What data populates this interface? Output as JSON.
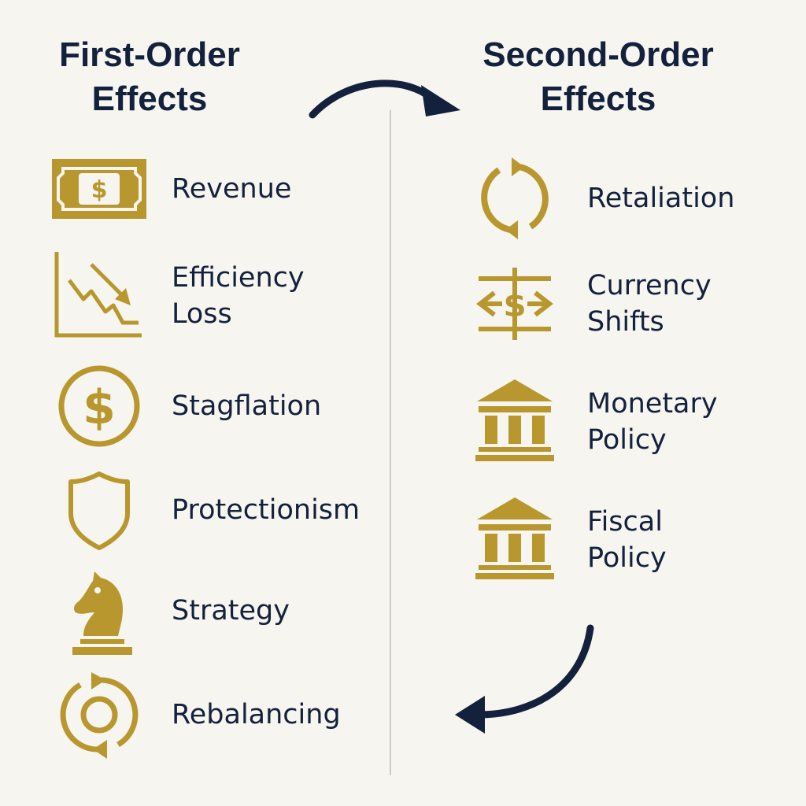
{
  "colors": {
    "gold": "#b8972e",
    "navy": "#14213d",
    "background": "#f7f5ef"
  },
  "left": {
    "heading": {
      "line1": "First-Order",
      "line2": "Effects"
    },
    "items": [
      {
        "icon": "dollar-bill-icon",
        "label": "Revenue"
      },
      {
        "icon": "declining-chart-icon",
        "line1": "Efficiency",
        "line2": "Loss"
      },
      {
        "icon": "dollar-coin-icon",
        "label": "Stagflation"
      },
      {
        "icon": "shield-icon",
        "label": "Protectionism"
      },
      {
        "icon": "chess-knight-icon",
        "label": "Strategy"
      },
      {
        "icon": "rebalance-cycle-icon",
        "label": "Rebalancing"
      }
    ]
  },
  "right": {
    "heading": {
      "line1": "Second-Order",
      "line2": "Effects"
    },
    "items": [
      {
        "icon": "cycle-arrows-icon",
        "label": "Retaliation"
      },
      {
        "icon": "currency-exchange-icon",
        "line1": "Currency",
        "line2": "Shifts"
      },
      {
        "icon": "bank-building-icon",
        "line1": "Monetary",
        "line2": "Policy"
      },
      {
        "icon": "bank-building-icon",
        "line1": "Fiscal",
        "line2": "Policy"
      }
    ]
  }
}
